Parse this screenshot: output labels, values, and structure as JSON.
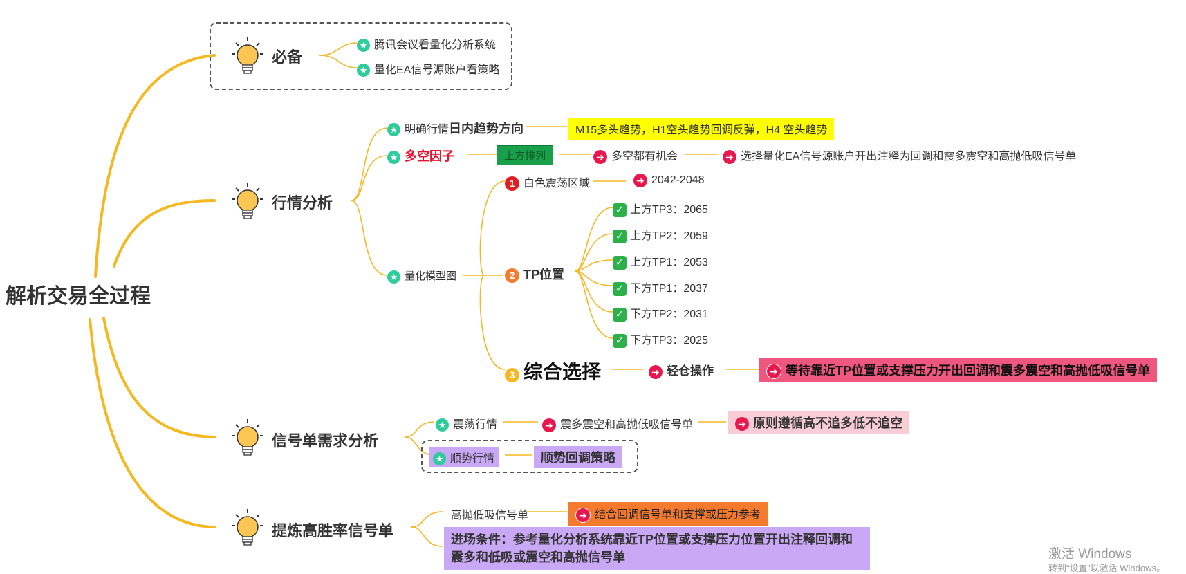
{
  "root": {
    "title": "解析交易全过程"
  },
  "branches": {
    "prep": {
      "label": "必备",
      "items": [
        "腾讯会议看量化分析系统",
        "量化EA信号源账户看策略"
      ]
    },
    "market": {
      "label": "行情分析",
      "trend": {
        "label_prefix": "明确行情",
        "label_bold": "日内趋势方向",
        "note": "M15多头趋势，H1空头趋势回调反弹，H4 空头趋势"
      },
      "factor": {
        "label": "多空因子",
        "tag": "上方排列",
        "step1": "多空都有机会",
        "step2": "选择量化EA信号源账户开出注释为回调和震多震空和高抛低吸信号单"
      },
      "model": {
        "label": "量化模型图",
        "zone": {
          "num": "1",
          "label": "白色震荡区域",
          "range": "2042-2048"
        },
        "tp": {
          "num": "2",
          "label": "TP位置",
          "items": [
            "上方TP3：2065",
            "上方TP2：2059",
            "上方TP1：2053",
            "下方TP1：2037",
            "下方TP2：2031",
            "下方TP3：2025"
          ]
        },
        "combo": {
          "num": "3",
          "label": "综合选择",
          "action": "轻仓操作",
          "note": "等待靠近TP位置或支撑压力开出回调和震多震空和高抛低吸信号单"
        }
      }
    },
    "signal": {
      "label": "信号单需求分析",
      "range": {
        "label": "震荡行情",
        "type": "震多震空和高抛低吸信号单",
        "rule": "原则遵循高不追多低不追空"
      },
      "trend": {
        "label": "顺势行情",
        "strategy": "顺势回调策略"
      }
    },
    "refine": {
      "label": "提炼高胜率信号单",
      "item1": "高抛低吸信号单",
      "item1_note": "结合回调信号单和支撑或压力参考",
      "condition": "进场条件：参考量化分析系统靠近TP位置或支撑压力位置开出注释回调和震多和低吸或震空和高抛信号单"
    }
  },
  "watermark": {
    "line1": "激活 Windows",
    "line2": "转到“设置”以激活 Windows。"
  },
  "colors": {
    "branch_line": "#f5b820",
    "yellow_highlight": "#ffff00",
    "green_tag": "#1aa04a",
    "pink_strong": "#f0577e",
    "pink_light": "#f9cdd5",
    "purple": "#c9a8f5",
    "orange": "#f47a2e",
    "red_text": "#e8102c"
  },
  "icons": [
    "lightbulb-icon",
    "star-icon",
    "arrow-right-icon",
    "check-icon",
    "number-badge-icon"
  ]
}
